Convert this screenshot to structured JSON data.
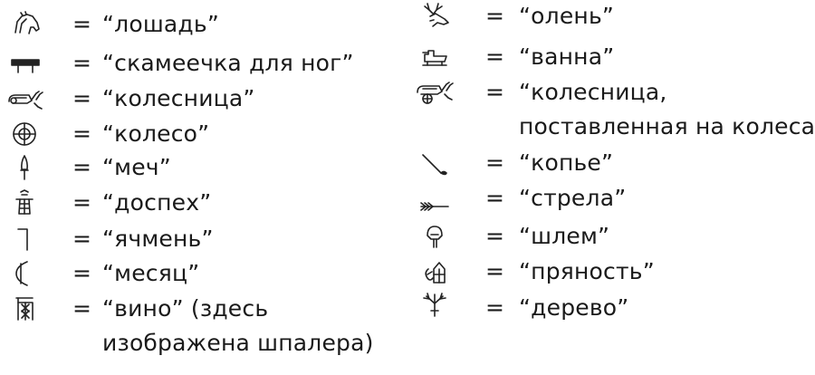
{
  "left_column": [
    {
      "icon": "horse-head-icon",
      "eq": "=",
      "text": "“лошадь”"
    },
    {
      "icon": "footstool-icon",
      "eq": "=",
      "text": "“скамеечка для ног”"
    },
    {
      "icon": "chariot-icon",
      "eq": "=",
      "text": "“колесница”"
    },
    {
      "icon": "wheel-icon",
      "eq": "=",
      "text": "“колесо”"
    },
    {
      "icon": "sword-icon",
      "eq": "=",
      "text": "“меч”"
    },
    {
      "icon": "armor-icon",
      "eq": "=",
      "text": "“доспех”"
    },
    {
      "icon": "barley-icon",
      "eq": "=",
      "text": "“ячмень”"
    },
    {
      "icon": "moon-icon",
      "eq": "=",
      "text": "“месяц”"
    },
    {
      "icon": "wine-trellis-icon",
      "eq": "=",
      "text": "“вино” (здесь",
      "text_cont": "изображена шпалера)"
    }
  ],
  "right_column": [
    {
      "icon": "deer-head-icon",
      "eq": "=",
      "text": "“олень”"
    },
    {
      "icon": "bathtub-icon",
      "eq": "=",
      "text": "“ванна”"
    },
    {
      "icon": "chariot-with-wheels-icon",
      "eq": "=",
      "text": "“колесница,",
      "text_cont": "поставленная на колеса”"
    },
    {
      "icon": "spear-icon",
      "eq": "=",
      "text": "“копье”"
    },
    {
      "icon": "arrow-icon",
      "eq": "=",
      "text": "“стрела”"
    },
    {
      "icon": "helmet-icon",
      "eq": "=",
      "text": "“шлем”"
    },
    {
      "icon": "spice-icon",
      "eq": "=",
      "text": "“пряность”"
    },
    {
      "icon": "tree-icon",
      "eq": "=",
      "text": "“дерево”"
    }
  ]
}
